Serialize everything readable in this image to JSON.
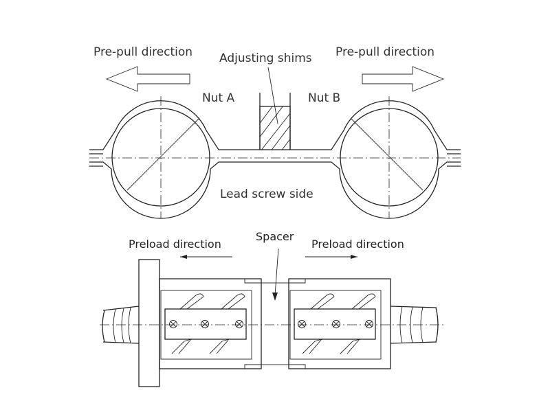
{
  "diagram": {
    "title": "Double nut preload with adjusting shims and spacer",
    "top_view": {
      "labels": {
        "pre_pull_left": "Pre-pull direction",
        "pre_pull_right": "Pre-pull direction",
        "adjusting_shims": "Adjusting shims",
        "nut_a": "Nut A",
        "nut_b": "Nut B",
        "lead_screw_side": "Lead screw side"
      },
      "arrows": [
        {
          "name": "pre-pull-left",
          "direction": "left"
        },
        {
          "name": "pre-pull-right",
          "direction": "right"
        }
      ]
    },
    "bottom_view": {
      "labels": {
        "preload_left": "Preload direction",
        "preload_right": "Preload direction",
        "spacer": "Spacer"
      },
      "arrows": [
        {
          "name": "preload-left",
          "direction": "left"
        },
        {
          "name": "preload-right",
          "direction": "right"
        }
      ]
    }
  }
}
